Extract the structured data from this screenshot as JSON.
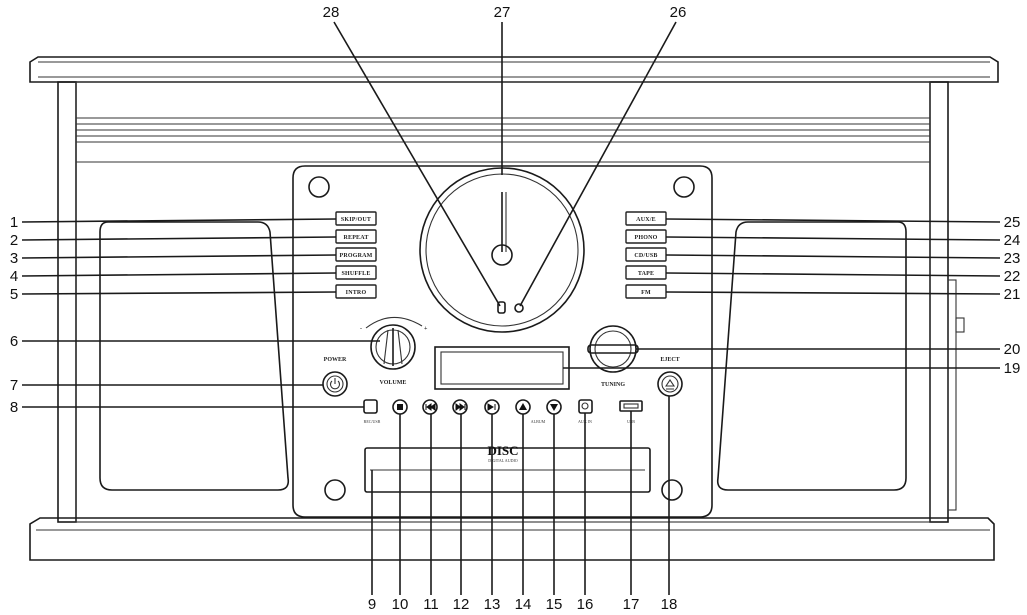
{
  "labels": {
    "power": "POWER",
    "volume": "VOLUME",
    "tuning": "TUNING",
    "eject": "EJECT",
    "volume_minus": "-",
    "volume_plus": "+",
    "usb": "USB",
    "aux_in": "AUX IN",
    "rec_usb": "REC/USB",
    "album_up": "ALBUM",
    "cd_logo": "DISC",
    "cd_sub": "DIGITAL AUDIO"
  },
  "left_buttons": [
    "SKIP/OUT",
    "REPEAT",
    "PROGRAM",
    "SHUFFLE",
    "INTRO"
  ],
  "right_buttons": [
    "AUX/E",
    "PHONO",
    "CD/USB",
    "TAPE",
    "FM"
  ],
  "callouts": {
    "n1": "1",
    "n2": "2",
    "n3": "3",
    "n4": "4",
    "n5": "5",
    "n6": "6",
    "n7": "7",
    "n8": "8",
    "n9": "9",
    "n10": "10",
    "n11": "11",
    "n12": "12",
    "n13": "13",
    "n14": "14",
    "n15": "15",
    "n16": "16",
    "n17": "17",
    "n18": "18",
    "n19": "19",
    "n20": "20",
    "n21": "21",
    "n22": "22",
    "n23": "23",
    "n24": "24",
    "n25": "25",
    "n26": "26",
    "n27": "27",
    "n28": "28"
  }
}
